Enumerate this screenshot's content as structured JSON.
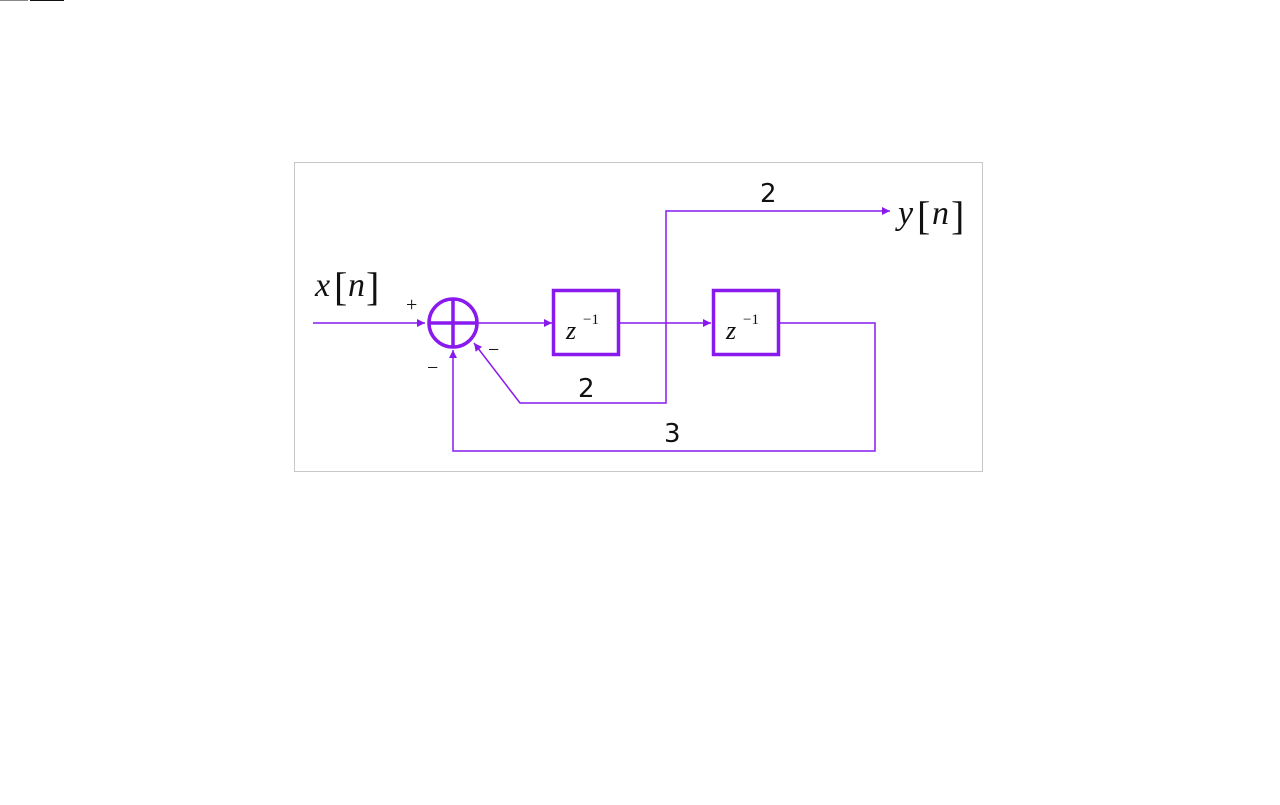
{
  "diagram": {
    "input_signal": {
      "name": "x",
      "index": "n"
    },
    "output_signal": {
      "name": "y",
      "index": "n"
    },
    "summing_junction": {
      "input_sign": "+",
      "feedback_sign_lower": "−",
      "feedback_sign_right": "−"
    },
    "delay_blocks": [
      {
        "base": "z",
        "exponent": "−1"
      },
      {
        "base": "z",
        "exponent": "−1"
      }
    ],
    "gains": {
      "output_gain": "2",
      "inner_feedback_gain": "2",
      "outer_feedback_gain": "3"
    },
    "colors": {
      "signal_path": "#8a19ee",
      "block_border": "#8a19ee",
      "frame": "#c8c8c8",
      "text": "#111111"
    }
  }
}
